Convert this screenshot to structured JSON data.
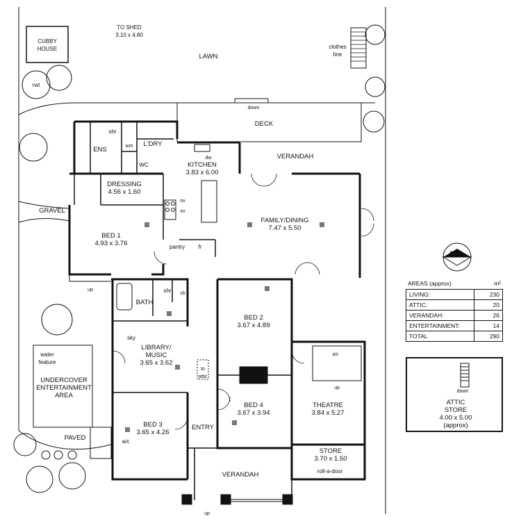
{
  "labels": {
    "to_shed": "TO SHED",
    "to_shed_dim": "3.10 x 4.80",
    "cubby": "CUBBY",
    "cubby2": "HOUSE",
    "lawn": "LAWN",
    "clothes": "clothes",
    "line": "line",
    "rwt": "rwt",
    "down_deck": "down",
    "deck": "DECK",
    "verandah_rear": "VERANDAH",
    "shr": "shr",
    "ens": "ENS",
    "wm": "wm",
    "ldry": "L'DRY",
    "wc": "WC",
    "dw": "dw",
    "kitchen": "KITCHEN",
    "kitchen_dim": "3.83 x 6.00",
    "dressing": "DRESSING",
    "dressing_dim": "4.56 x 1.60",
    "ov1": "ov",
    "ov2": "ov",
    "gravel": "GRAVEL",
    "family": "FAMILY/DINING",
    "family_dim": "7.47 x 5.50",
    "bed1": "BED 1",
    "bed1_dim": "4.93 x 3.76",
    "pantry": "pantry",
    "fr": "fr",
    "up_side": "up",
    "bath": "BATH",
    "shr2": "shr",
    "cb": "cb",
    "bed2": "BED 2",
    "bed2_dim": "3.67 x 4.89",
    "sky": "sky",
    "library": "LIBRARY/",
    "music": "MUSIC",
    "library_dim": "3.65 x 3.62",
    "to_attic": "to",
    "to_attic2": "attic",
    "water": "water",
    "feature": "feature",
    "undercover": "UNDERCOVER",
    "entertainment": "ENTERTAINMENT",
    "area": "AREA",
    "ac_theatre": "a/c",
    "up_theatre": "up",
    "theatre": "THEATRE",
    "theatre_dim": "3.84 x 5.27",
    "bed4": "BED 4",
    "bed4_dim": "3.67 x 3.94",
    "bed3": "BED 3",
    "bed3_dim": "3.65 x 4.26",
    "ac_bed3": "a/c",
    "entry": "ENTRY",
    "paved": "PAVED",
    "store": "STORE",
    "store_dim": "3.70 x 1.50",
    "roll_door": "roll-a-door",
    "verandah_front": "VERANDAH",
    "up_front": "up",
    "compass_n": "N"
  },
  "areas": {
    "title": "AREAS (approx)",
    "unit": "m²",
    "rows": [
      {
        "label": "LIVING:",
        "value": "230"
      },
      {
        "label": "ATTIC:",
        "value": "20"
      },
      {
        "label": "VERANDAH:",
        "value": "26"
      },
      {
        "label": "ENTERTAINMENT:",
        "value": "14"
      },
      {
        "label": "TOTAL",
        "value": "290"
      }
    ]
  },
  "attic_store": {
    "down": "down",
    "line1": "ATTIC",
    "line2": "STORE",
    "dim": "4.00 x 5.00",
    "note": "(approx)"
  }
}
